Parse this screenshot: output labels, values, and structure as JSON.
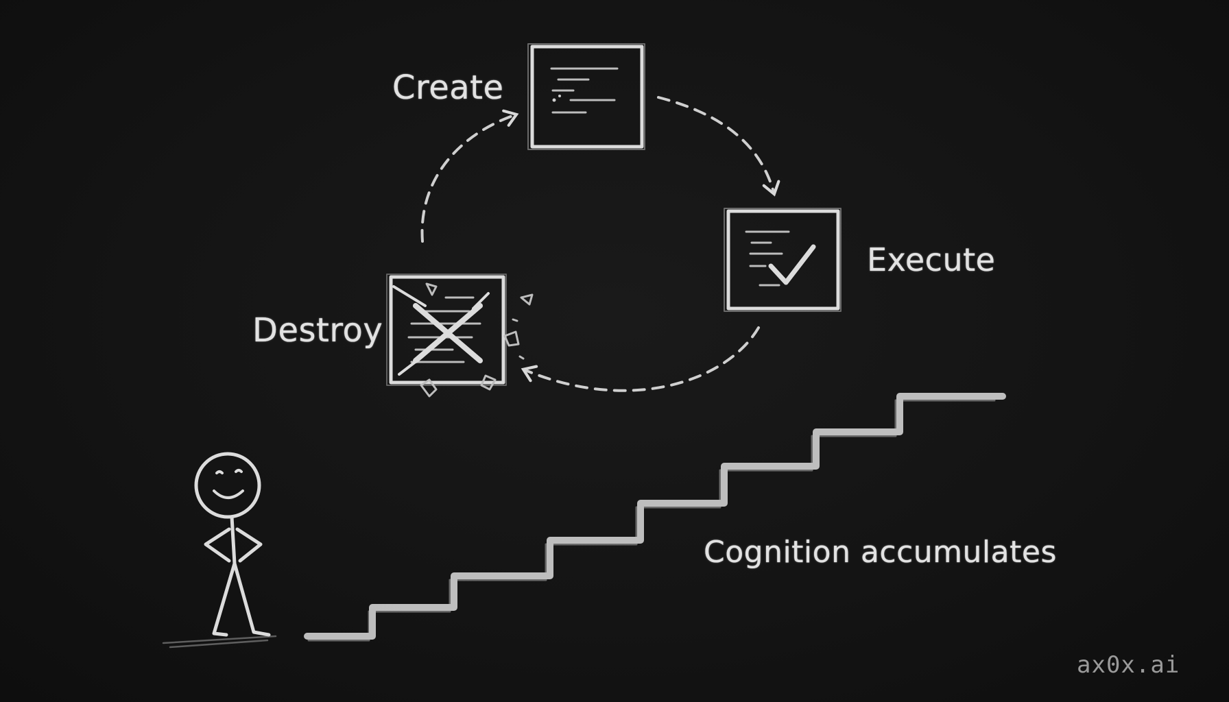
{
  "cycle": {
    "create_label": "Create",
    "execute_label": "Execute",
    "destroy_label": "Destroy"
  },
  "staircase": {
    "caption": "Cognition accumulates"
  },
  "branding": {
    "watermark": "ax0x.ai"
  },
  "icons": [
    "document-icon",
    "checkmark-document-icon",
    "crossed-document-icon",
    "stick-figure",
    "staircase"
  ],
  "colors": {
    "board": "#121212",
    "chalk": "#dcdcdc",
    "watermark": "#9a9a9a"
  }
}
